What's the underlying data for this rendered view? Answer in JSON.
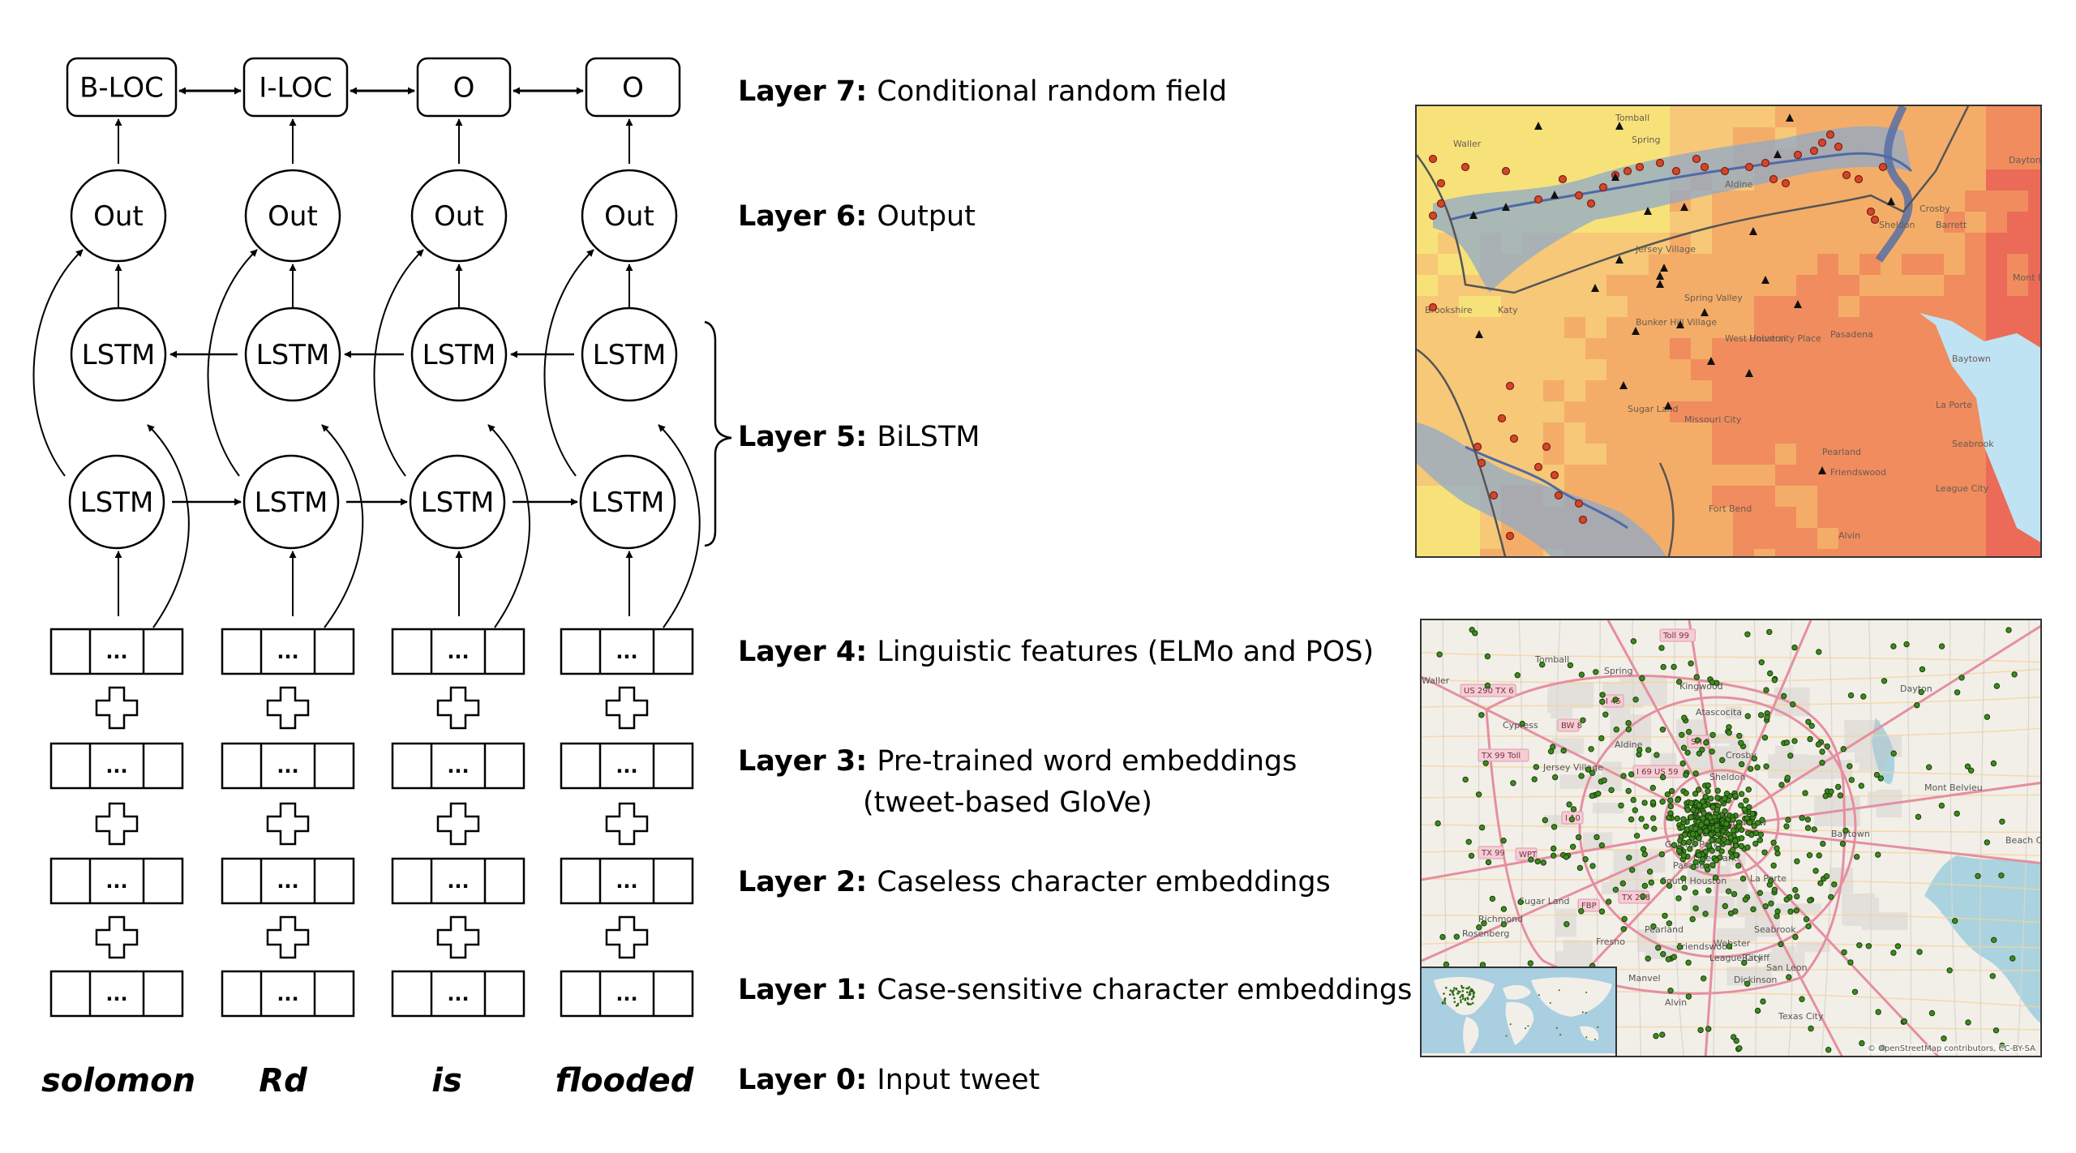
{
  "figure": {
    "crf_labels": [
      "B-LOC",
      "I-LOC",
      "O",
      "O"
    ],
    "output_node_label": "Out",
    "lstm_node_label": "LSTM",
    "embedding_cell_text": "...",
    "input_tokens": [
      "solomon",
      "Rd",
      "is",
      "flooded"
    ],
    "layers": [
      {
        "id": 7,
        "name": "Layer 7:",
        "description": "Conditional random field"
      },
      {
        "id": 6,
        "name": "Layer 6:",
        "description": "Output"
      },
      {
        "id": 5,
        "name": "Layer 5:",
        "description": "BiLSTM"
      },
      {
        "id": 4,
        "name": "Layer 4:",
        "description": "Linguistic features (ELMo and POS)"
      },
      {
        "id": 3,
        "name": "Layer 3:",
        "description": "Pre-trained word embeddings",
        "description_cont": "(tweet-based GloVe)"
      },
      {
        "id": 2,
        "name": "Layer 2:",
        "description": "Caseless character embeddings"
      },
      {
        "id": 1,
        "name": "Layer 1:",
        "description": "Case-sensitive character embeddings"
      },
      {
        "id": 0,
        "name": "Layer 0:",
        "description": "Input tweet"
      }
    ]
  },
  "heat_map": {
    "place_labels": [
      "Tomball",
      "Waller",
      "Spring",
      "Aldine",
      "Jersey Village",
      "Crosby",
      "Sheldon",
      "Barrett",
      "Brookshire",
      "Katy",
      "Spring Valley",
      "Bunker Hill Village",
      "West University Place",
      "Houston",
      "Pasadena",
      "Baytown",
      "La Porte",
      "Sugar Land",
      "Missouri City",
      "Pearland",
      "Friendswood",
      "Seabrook",
      "League City",
      "Alvin",
      "Fort Bend",
      "Dayton",
      "Mont Belvieu"
    ],
    "colors": {
      "low": "#f7e27a",
      "light": "#f6c877",
      "mid": "#f4ad68",
      "high": "#f08c5e",
      "very_high": "#ec6a58",
      "water": "#bfe3f2",
      "floodplain": "#8fa9c8",
      "river": "#4f6aa8",
      "gauge": "#d4462a",
      "station": "#111111"
    }
  },
  "tweet_map": {
    "place_labels": [
      "Tomball",
      "Waller",
      "Spring",
      "Kingwood",
      "Atascocita",
      "Cypress",
      "Aldine",
      "Jersey Village",
      "Crosby",
      "Sheldon",
      "Dayton",
      "Mont Belvieu",
      "Channelview",
      "Galena Park",
      "Baytown",
      "Deer Park",
      "Pasadena",
      "South Houston",
      "La Porte",
      "Sugar Land",
      "Richmond",
      "Rosenberg",
      "Fresno",
      "Pearland",
      "Friendswood",
      "Webster",
      "League City",
      "Bacliff",
      "San Leon",
      "Seabrook",
      "Dickinson",
      "Texas City",
      "Manvel",
      "Alvin",
      "Beach City"
    ],
    "road_shields": [
      "Toll 99",
      "US 290 TX 6",
      "I 45",
      "BW 8",
      "TX 99 Toll",
      "I 69 US 59",
      "I 10",
      "TX 99",
      "WPT",
      "TX 288",
      "FBP",
      "SH 8"
    ],
    "attribution": "© OpenStreetMap contributors, CC-BY-SA",
    "colors": {
      "background": "#f2efe9",
      "major_road": "#e58fa0",
      "minor_road": "#f4d39b",
      "water": "#aad3df",
      "tweet_dot": "#3d8b1f",
      "tweet_dot_outline": "#1b3d0c"
    }
  }
}
